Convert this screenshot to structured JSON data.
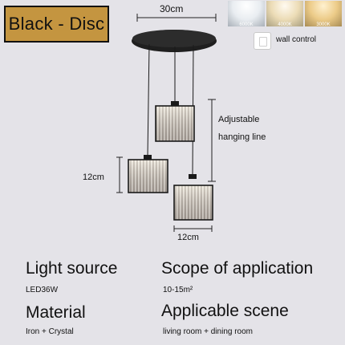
{
  "badge": "Black - Disc",
  "dimensions": {
    "disc_width": "30cm",
    "shade_height": "12cm",
    "shade_width": "12cm",
    "hanging_line": [
      "Adjustable",
      "hanging line"
    ]
  },
  "color_temperatures": [
    {
      "label": "6000K",
      "color": "#f2f4f6"
    },
    {
      "label": "4000K",
      "color": "#f3e6c6"
    },
    {
      "label": "3000K",
      "color": "#f2cf8e"
    }
  ],
  "wall_control": "wall control",
  "specs": {
    "light_source": {
      "heading": "Light source",
      "value": "LED36W"
    },
    "scope": {
      "heading": "Scope of application",
      "value": "10-15m²"
    },
    "material": {
      "heading": "Material",
      "value": "Iron + Crystal"
    },
    "scene": {
      "heading": "Applicable scene",
      "value": "living room + dining room"
    }
  },
  "colors": {
    "badge": "#c49540",
    "background": "#e4e3e8",
    "disc": "#1f1f1f"
  }
}
